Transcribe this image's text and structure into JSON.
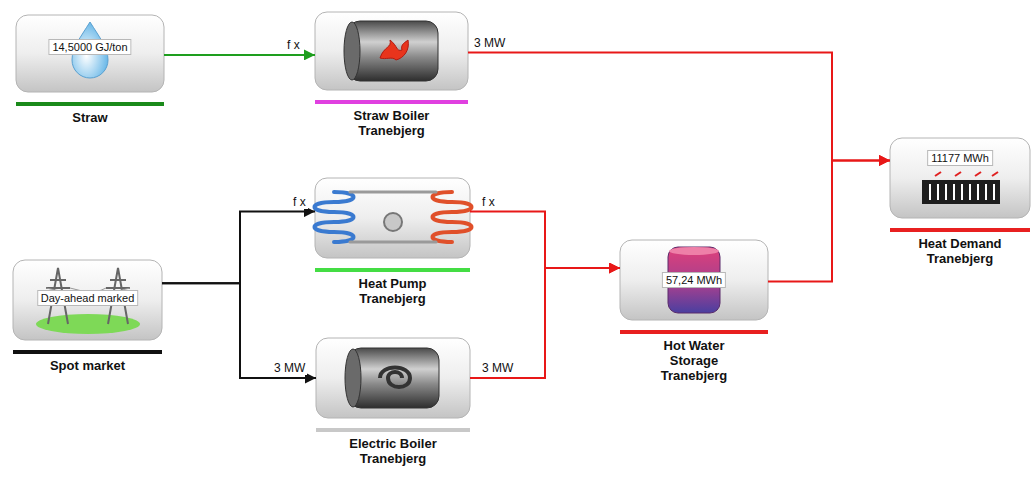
{
  "diagram": {
    "nodes": [
      {
        "text": [
          "14,5000 GJ/ton",
          "Straw"
        ]
      },
      {
        "text": [
          "Straw Boiler Tranebjerg"
        ]
      },
      {
        "text": [
          "11177 MWh",
          "Heat Demand Tranebjerg"
        ]
      },
      {
        "text": [
          "Heat Pump Tranebjerg"
        ]
      },
      {
        "text": [
          "Day-ahead marked",
          "Spot market"
        ]
      },
      {
        "text": [
          "57,24 MWh",
          "Hot Water Storage Tranebjerg"
        ]
      },
      {
        "text": [
          "Electric Boiler Tranebjerg"
        ]
      }
    ],
    "edges": [
      {
        "from": 0,
        "to": 1,
        "arrow": "to",
        "label": "f x"
      },
      {
        "from": 4,
        "to": 3,
        "arrow": "to",
        "label": "f x"
      },
      {
        "from": 4,
        "to": 6,
        "arrow": "to",
        "label": "3 MW"
      },
      {
        "from": 1,
        "to": 2,
        "arrow": "to",
        "label": "3 MW"
      },
      {
        "from": 3,
        "to": 5,
        "arrow": "to",
        "label": "f x"
      },
      {
        "from": 6,
        "to": 5,
        "arrow": "to",
        "label": "3 MW"
      },
      {
        "from": 5,
        "to": 2,
        "arrow": "to"
      }
    ]
  }
}
